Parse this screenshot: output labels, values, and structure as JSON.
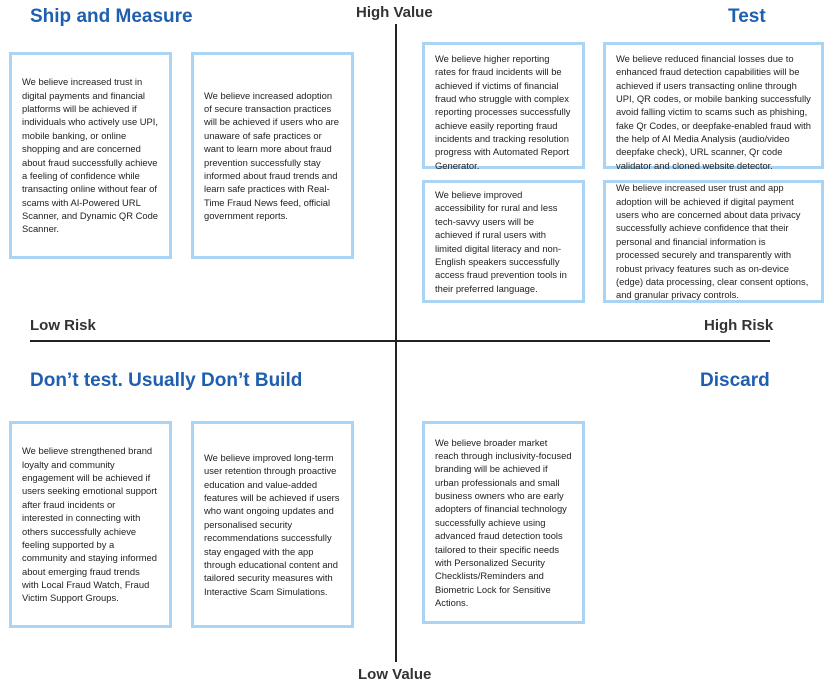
{
  "axes": {
    "top": "High Value",
    "bottom": "Low Value",
    "left": "Low Risk",
    "right": "High Risk"
  },
  "quadrants": {
    "top_left": {
      "title": "Ship and Measure",
      "cards": [
        "We believe increased trust in digital payments and financial platforms will be achieved if individuals who actively use UPI, mobile banking, or online shopping and are concerned about fraud successfully achieve a feeling of confidence while transacting online without fear of scams with AI-Powered URL Scanner, and Dynamic QR Code Scanner.",
        "We believe increased adoption of secure transaction practices will be achieved if users who are unaware of safe practices or want to learn more about fraud prevention successfully stay informed about fraud trends and learn safe practices with Real-Time Fraud News feed, official government reports."
      ]
    },
    "top_right": {
      "title": "Test",
      "cards": [
        "We believe higher reporting rates for fraud incidents will be achieved if victims of financial fraud who struggle with complex reporting processes successfully achieve easily reporting fraud incidents and tracking resolution progress with Automated Report Generator.",
        "We believe reduced financial losses due to enhanced fraud detection capabilities will be achieved if users transacting online through UPI, QR codes, or mobile banking successfully avoid falling victim to scams such as phishing, fake Qr Codes, or deepfake-enabled fraud with the help of AI Media Analysis (audio/video deepfake check), URL scanner, Qr code validator and cloned website detector.",
        "We believe improved accessibility for rural and less tech-savvy users will be achieved if rural users with limited digital literacy and non-English speakers successfully access fraud prevention tools in their preferred language.",
        "We believe increased user trust and app adoption will be achieved if digital payment users who are concerned about data privacy successfully achieve confidence that their personal and financial information is processed securely and transparently with robust privacy features such as on-device (edge) data processing, clear consent options, and granular privacy controls."
      ]
    },
    "bottom_left": {
      "title": "Don’t test. Usually Don’t Build",
      "cards": [
        "We believe strengthened brand loyalty and community engagement will be achieved if users seeking emotional support after fraud incidents or interested in connecting with others successfully achieve feeling supported by a community and staying informed about emerging fraud trends with Local Fraud Watch, Fraud Victim Support Groups.",
        "We believe improved long-term user retention through proactive education and value-added features will be achieved if users who want ongoing updates and personalised security recommendations successfully stay engaged with the app through educational content and tailored security measures with Interactive Scam Simulations."
      ]
    },
    "bottom_right": {
      "title": "Discard",
      "cards": [
        "We believe broader market reach through inclusivity-focused branding will be achieved if urban professionals and small business owners who are early adopters of financial technology successfully achieve using advanced fraud detection tools tailored to their specific needs with Personalized Security Checklists/Reminders and Biometric Lock for Sensitive Actions."
      ]
    }
  },
  "colors": {
    "title_blue": "#1f5fb0",
    "card_border": "#a9d4f3",
    "axis": "#222222"
  }
}
